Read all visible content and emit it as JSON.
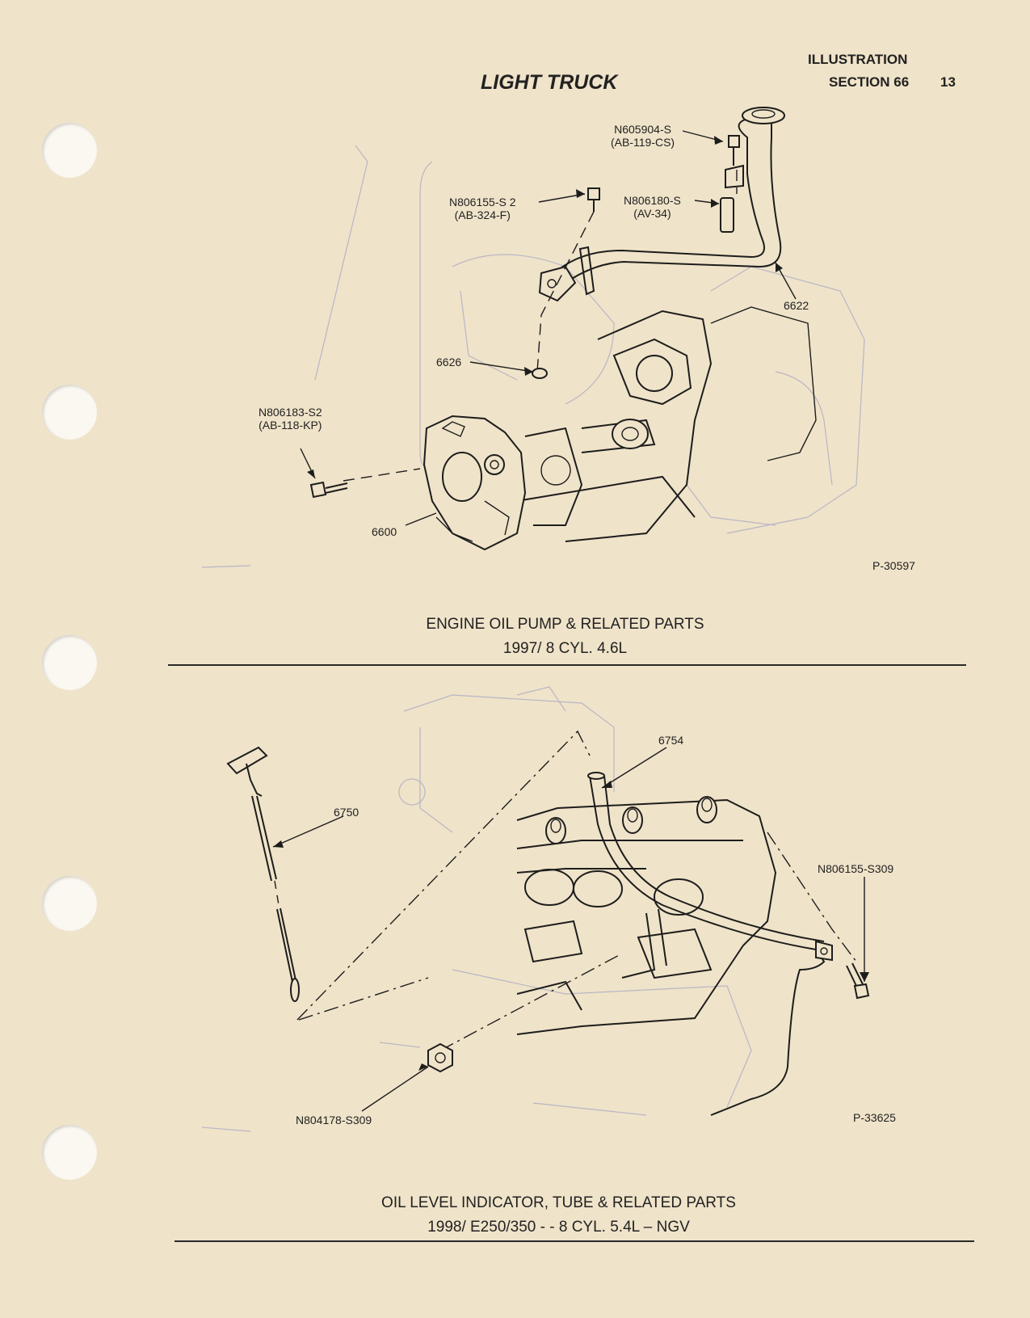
{
  "header": {
    "title": "LIGHT TRUCK",
    "illustration": "ILLUSTRATION",
    "section": "SECTION 66",
    "page_number": "13"
  },
  "figure1": {
    "labels": {
      "n605904": "N605904-S",
      "n605904_code": "(AB-119-CS)",
      "n806155": "N806155-S 2",
      "n806155_code": "(AB-324-F)",
      "n806180": "N806180-S",
      "n806180_code": "(AV-34)",
      "p6622": "6622",
      "p6626": "6626",
      "n806183": "N806183-S2",
      "n806183_code": "(AB-118-KP)",
      "p6600": "6600",
      "ref": "P-30597"
    },
    "caption_line1": "ENGINE OIL PUMP & RELATED PARTS",
    "caption_line2": "1997/ 8 CYL. 4.6L"
  },
  "figure2": {
    "labels": {
      "p6754": "6754",
      "p6750": "6750",
      "n806155": "N806155-S309",
      "n804178": "N804178-S309",
      "ref": "P-33625"
    },
    "caption_line1": "OIL LEVEL INDICATOR, TUBE & RELATED PARTS",
    "caption_line2": "1998/ E250/350 - - 8 CYL. 5.4L – NGV"
  },
  "colors": {
    "paper": "#efe3c9",
    "ink": "#1d1d1d",
    "ghost": "#b9b6c6"
  }
}
